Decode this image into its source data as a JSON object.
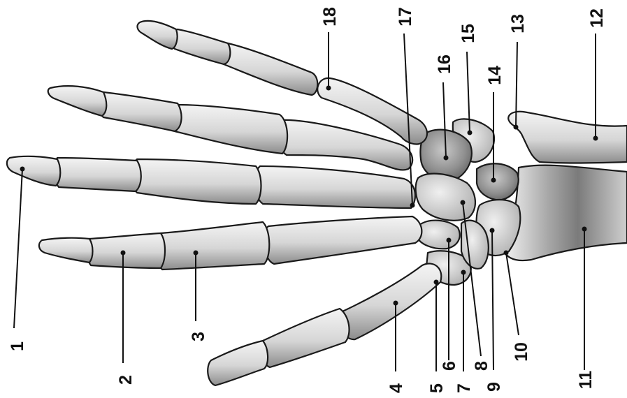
{
  "figure": {
    "labels": [
      {
        "id": "1",
        "text": "1"
      },
      {
        "id": "2",
        "text": "2"
      },
      {
        "id": "3",
        "text": "3"
      },
      {
        "id": "4",
        "text": "4"
      },
      {
        "id": "5",
        "text": "5"
      },
      {
        "id": "6",
        "text": "6"
      },
      {
        "id": "7",
        "text": "7"
      },
      {
        "id": "8",
        "text": "8"
      },
      {
        "id": "9",
        "text": "9"
      },
      {
        "id": "10",
        "text": "10"
      },
      {
        "id": "11",
        "text": "11"
      },
      {
        "id": "12",
        "text": "12"
      },
      {
        "id": "13",
        "text": "13"
      },
      {
        "id": "14",
        "text": "14"
      },
      {
        "id": "15",
        "text": "15"
      },
      {
        "id": "16",
        "text": "16"
      },
      {
        "id": "17",
        "text": "17"
      },
      {
        "id": "18",
        "text": "18"
      }
    ],
    "colors": {
      "bone_light": "#f2f2f2",
      "bone_mid": "#cfcfcf",
      "bone_dark": "#7a7a7a",
      "outline": "#1a1a1a",
      "label": "#111111"
    }
  }
}
